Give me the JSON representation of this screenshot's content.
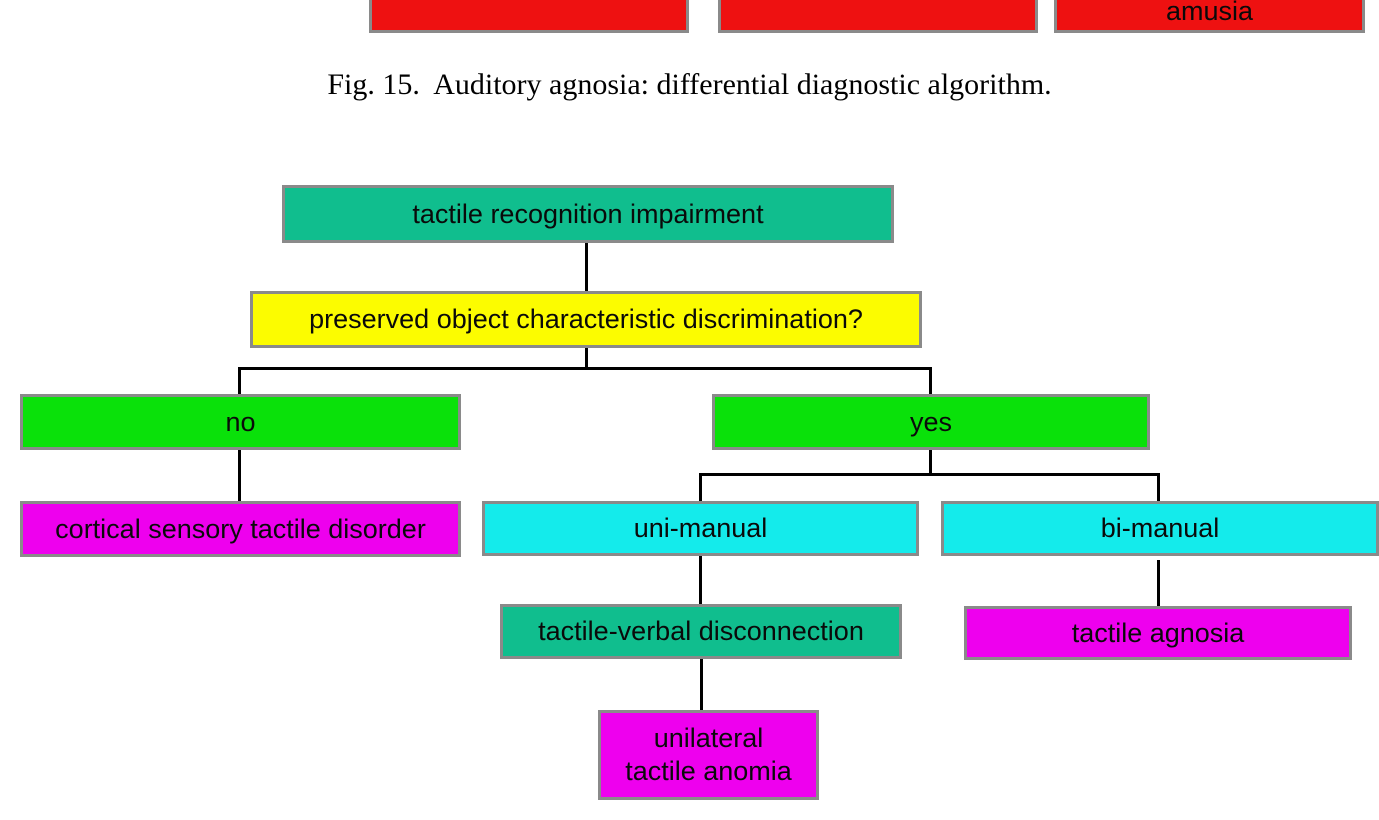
{
  "figure": {
    "caption": "Fig. 15.  Auditory agnosia: differential diagnostic algorithm.",
    "figure_number": "15"
  },
  "top_chart_remnant": {
    "description": "bottom edge of previous flowchart, three red boxes clipped by top of view",
    "boxes": [
      {
        "label": ""
      },
      {
        "label": ""
      },
      {
        "label": "amusia"
      }
    ]
  },
  "palette": {
    "teal": "#10be8e",
    "yellow": "#fcfc00",
    "green": "#0ae10a",
    "cyan": "#14ebeb",
    "magenta": "#ee00ee",
    "red": "#ee1111",
    "border_gray": "#8a8a8a",
    "line_black": "#000000",
    "text_black": "#0a0a0a"
  },
  "diagram": {
    "title_node": "tactile recognition impairment",
    "nodes": [
      {
        "id": "root",
        "label": "tactile recognition impairment",
        "fill": "teal"
      },
      {
        "id": "question",
        "label": "preserved object characteristic discrimination?",
        "fill": "yellow"
      },
      {
        "id": "no",
        "label": "no",
        "fill": "green"
      },
      {
        "id": "yes",
        "label": "yes",
        "fill": "green"
      },
      {
        "id": "cortical",
        "label": "cortical sensory tactile disorder",
        "fill": "magenta"
      },
      {
        "id": "uni",
        "label": "uni-manual",
        "fill": "cyan"
      },
      {
        "id": "bi",
        "label": "bi-manual",
        "fill": "cyan"
      },
      {
        "id": "tvd",
        "label": "tactile-verbal disconnection",
        "fill": "teal"
      },
      {
        "id": "ta",
        "label": "tactile agnosia",
        "fill": "magenta"
      },
      {
        "id": "uta",
        "label": "unilateral\ntactile anomia",
        "fill": "magenta"
      }
    ],
    "edges": [
      {
        "from": "root",
        "to": "question"
      },
      {
        "from": "question",
        "to": "no"
      },
      {
        "from": "question",
        "to": "yes"
      },
      {
        "from": "no",
        "to": "cortical"
      },
      {
        "from": "yes",
        "to": "uni"
      },
      {
        "from": "yes",
        "to": "bi"
      },
      {
        "from": "uni",
        "to": "tvd"
      },
      {
        "from": "tvd",
        "to": "uta"
      },
      {
        "from": "bi",
        "to": "ta"
      }
    ]
  }
}
